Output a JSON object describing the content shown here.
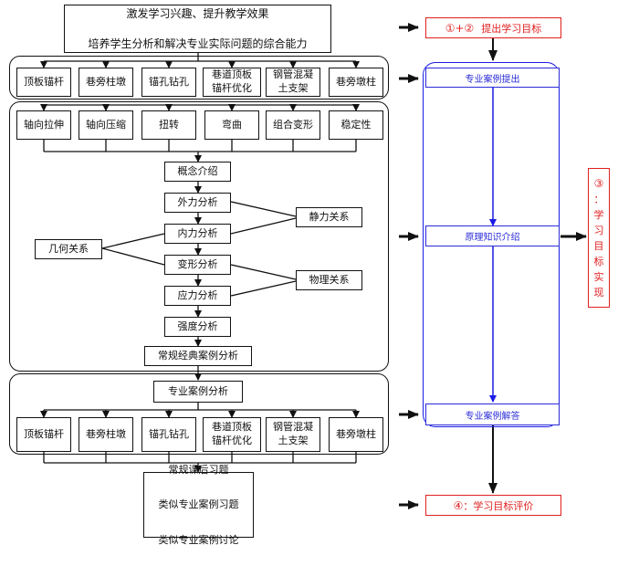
{
  "intro": {
    "line1": "激发学习兴趣、提升教学效果",
    "line2": "培养学生分析和解决专业实际问题的综合能力"
  },
  "cases_top": [
    "顶板锚杆",
    "巷旁柱墩",
    "锚孔钻孔",
    "巷道顶板\n锚杆优化",
    "钢管混凝\n土支架",
    "巷旁墩柱"
  ],
  "topics": [
    "轴向拉伸",
    "轴向压缩",
    "扭转",
    "弯曲",
    "组合变形",
    "稳定性"
  ],
  "flow": {
    "concept": "概念介绍",
    "external": "外力分析",
    "internal": "内力分析",
    "deformation": "变形分析",
    "stress": "应力分析",
    "strength": "强度分析",
    "classic": "常规经典案例分析",
    "static_rel": "静力关系",
    "geometry_rel": "几何关系",
    "physical_rel": "物理关系"
  },
  "professional": {
    "title": "专业案例分析",
    "cases": [
      "顶板锚杆",
      "巷旁柱墩",
      "锚孔钻孔",
      "巷道顶板\n锚杆优化",
      "钢管混凝\n土支架",
      "巷旁墩柱"
    ]
  },
  "homework": {
    "line1": "常规课后习题",
    "line2": "类似专业案例习题",
    "line3": "类似专业案例讨论"
  },
  "right": {
    "goal_marks": "①+②",
    "goal_text": "提出学习目标",
    "step1": "专业案例提出",
    "step2": "原理知识介绍",
    "step3": "专业案例解答",
    "realize_mark": "③",
    "realize_chars": [
      "：",
      "学",
      "习",
      "目",
      "标",
      "实",
      "现"
    ],
    "eval_mark": "④",
    "eval_text": "：学习目标评价"
  },
  "colors": {
    "black": "#111111",
    "blue": "#1b1be6",
    "red": "#e02020"
  }
}
